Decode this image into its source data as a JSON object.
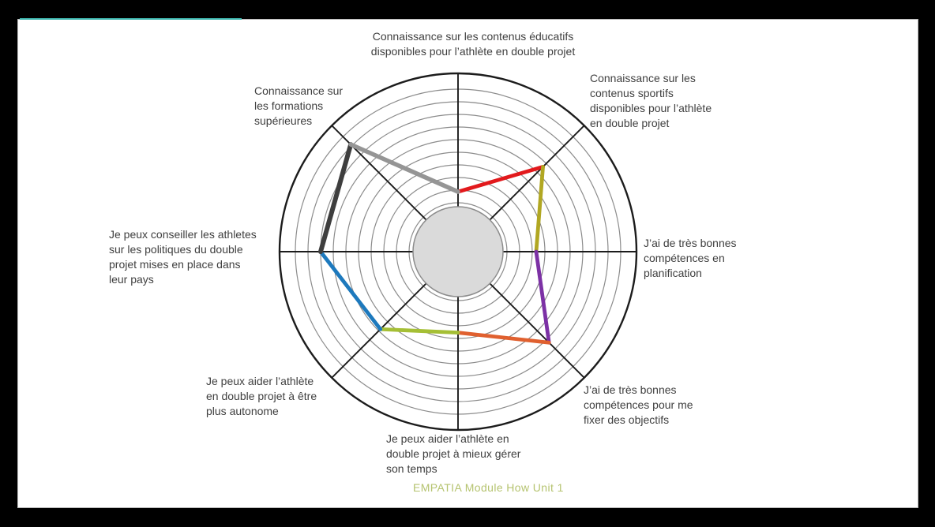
{
  "slide": {
    "background": "#ffffff",
    "frame_color": "#000000",
    "accent_line_color": "#3cb5ad",
    "footer": {
      "text": "EMPATIA Module How Unit 1",
      "color": "#b5c36f"
    }
  },
  "chart_data": {
    "type": "radar",
    "title": "",
    "ring_count": 10,
    "scale_max": 10,
    "legend_position": "none",
    "grid_on": true,
    "grid_color": "#8c8c8c",
    "outline_color": "#1c1c1c",
    "hub_fill": "#dadada",
    "hub_stroke": "#8c8c8c",
    "axes": [
      {
        "id": "contenus-educatifs",
        "label": "Connaissance sur les contenus éducatifs\ndisponibles pour l’athlète en double projet",
        "angle_deg": 90,
        "value_0_10": 2.0,
        "radius_frac": 0.336,
        "segment_color": "#e2191c",
        "segment_width": 4.8
      },
      {
        "id": "contenus-sportifs",
        "label": "Connaissance sur les\ncontenus sportifs\ndisponibles pour l’athlète\nen double projet",
        "angle_deg": 45,
        "value_0_10": 6.6,
        "radius_frac": 0.673,
        "segment_color": "#b1a722",
        "segment_width": 4.8
      },
      {
        "id": "planification",
        "label": "J’ai de très bonnes\ncompétences en\nplanification",
        "angle_deg": 0,
        "value_0_10": 3.3,
        "radius_frac": 0.438,
        "segment_color": "#7c31a5",
        "segment_width": 4.8
      },
      {
        "id": "fixer-objectifs",
        "label": "J’ai de très bonnes\ncompétences pour me\nfixer des objectifs",
        "angle_deg": -45,
        "value_0_10": 7.3,
        "radius_frac": 0.721,
        "segment_color": "#e0602f",
        "segment_width": 4.8
      },
      {
        "id": "gerer-temps",
        "label": "Je peux aider l’athlète en\ndouble projet à mieux gérer\nson temps",
        "angle_deg": -90,
        "value_0_10": 3.5,
        "radius_frac": 0.454,
        "segment_color": "#a5bf35",
        "segment_width": 4.8
      },
      {
        "id": "autonome",
        "label": "Je peux aider l’athlète\nen double projet à être\nplus autonome",
        "angle_deg": -135,
        "value_0_10": 5.9,
        "radius_frac": 0.615,
        "segment_color": "#1d79bd",
        "segment_width": 4.8
      },
      {
        "id": "politiques-pays",
        "label": "Je peux conseiller les athletes\nsur les politiques du double\nprojet mises en place dans\nleur pays",
        "angle_deg": 180,
        "value_0_10": 8.0,
        "radius_frac": 0.77,
        "segment_color": "#3e3e3e",
        "segment_width": 6
      },
      {
        "id": "formations-superieures",
        "label": "Connaissance sur\nles formations\nsupérieures",
        "angle_deg": 135,
        "value_0_10": 9.1,
        "radius_frac": 0.85,
        "segment_color": "#959595",
        "segment_width": 5.5
      }
    ]
  }
}
